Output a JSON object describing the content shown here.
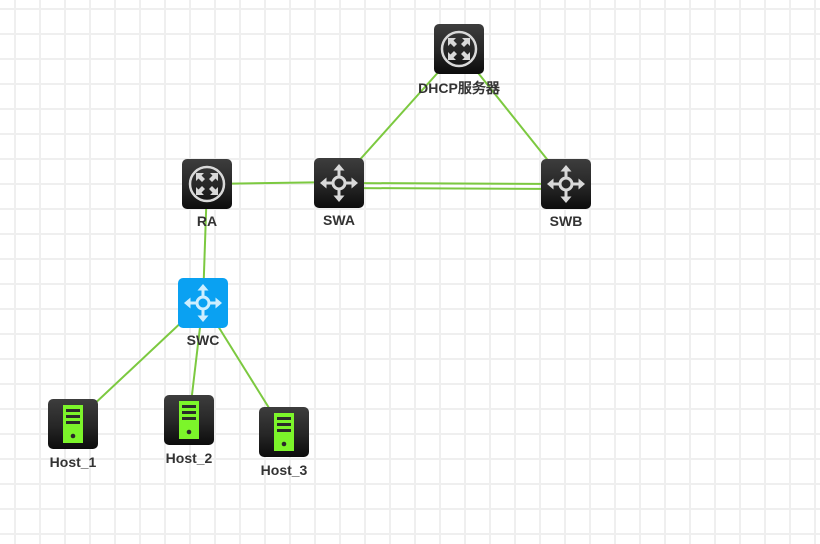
{
  "diagram": {
    "type": "network-topology",
    "link_color": "#7cc940",
    "nodes": [
      {
        "id": "dhcp",
        "label": "DHCP服务器",
        "kind": "router",
        "icon": "router-icon"
      },
      {
        "id": "ra",
        "label": "RA",
        "kind": "router",
        "icon": "router-icon"
      },
      {
        "id": "swa",
        "label": "SWA",
        "kind": "switch",
        "icon": "switch-icon"
      },
      {
        "id": "swb",
        "label": "SWB",
        "kind": "switch",
        "icon": "switch-icon"
      },
      {
        "id": "swc",
        "label": "SWC",
        "kind": "switch-selected",
        "icon": "switch-icon",
        "color": "#0aa1f2"
      },
      {
        "id": "host1",
        "label": "Host_1",
        "kind": "host",
        "icon": "server-icon",
        "color": "#7cf52a"
      },
      {
        "id": "host2",
        "label": "Host_2",
        "kind": "host",
        "icon": "server-icon",
        "color": "#7cf52a"
      },
      {
        "id": "host3",
        "label": "Host_3",
        "kind": "host",
        "icon": "server-icon",
        "color": "#7cf52a"
      }
    ],
    "links": [
      {
        "from": "dhcp",
        "to": "swa"
      },
      {
        "from": "dhcp",
        "to": "swb"
      },
      {
        "from": "ra",
        "to": "swa"
      },
      {
        "from": "swa",
        "to": "swb"
      },
      {
        "from": "swa",
        "to": "swb"
      },
      {
        "from": "ra",
        "to": "swc"
      },
      {
        "from": "swc",
        "to": "host1"
      },
      {
        "from": "swc",
        "to": "host2"
      },
      {
        "from": "swc",
        "to": "host3"
      }
    ]
  }
}
